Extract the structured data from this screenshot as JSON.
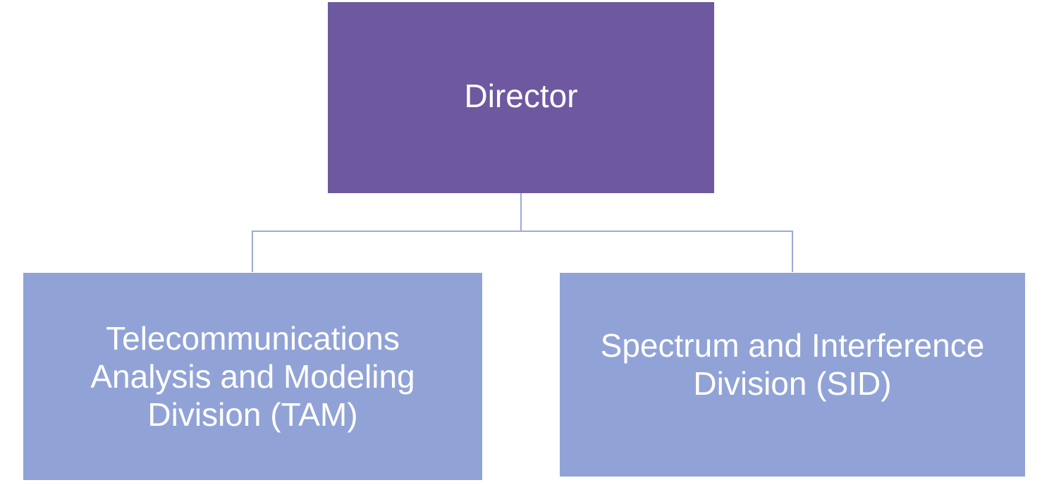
{
  "colors": {
    "root_fill": "#6e59a1",
    "child_fill": "#91a3d6",
    "connector": "#9aaad9",
    "text": "#ffffff"
  },
  "nodes": {
    "root": {
      "label": "Director"
    },
    "children": [
      {
        "label": "Telecommunications\nAnalysis and Modeling\nDivision (TAM)"
      },
      {
        "label": "Spectrum and Interference\nDivision (SID)"
      }
    ]
  }
}
